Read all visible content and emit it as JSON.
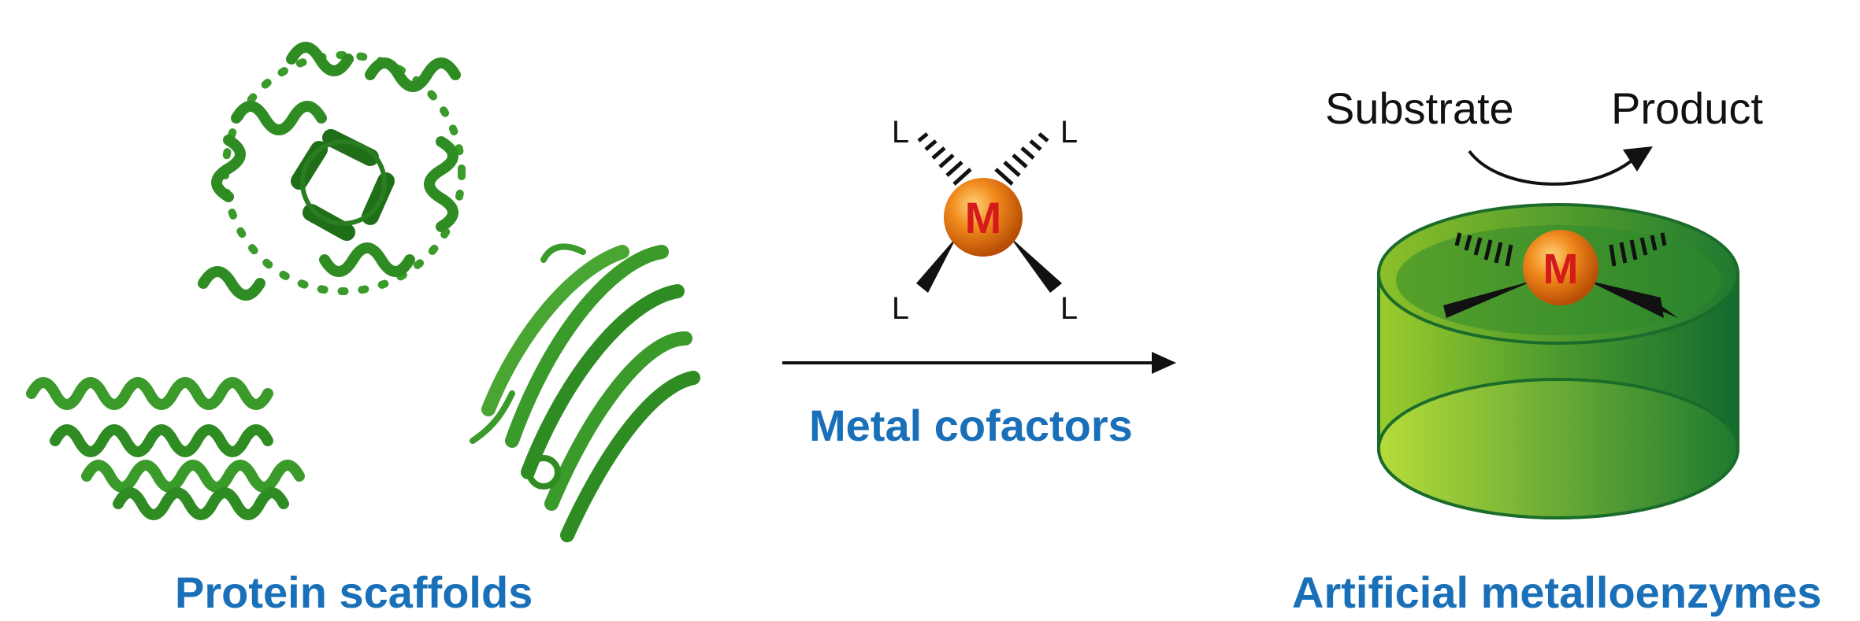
{
  "labels": {
    "protein_scaffolds": "Protein scaffolds",
    "metal_cofactors": "Metal cofactors",
    "artificial_metalloenzymes": "Artificial metalloenzymes",
    "substrate": "Substrate",
    "product": "Product"
  },
  "cofactor": {
    "metal": "M",
    "ligand": "L"
  },
  "colors": {
    "label_blue": "#1a70b8",
    "protein_green": "#3a9a2a",
    "metal_orange": "#e8760f",
    "metal_text_red": "#d41a1a",
    "barrel_light": "#9ccc2c",
    "barrel_dark": "#136b2e"
  }
}
